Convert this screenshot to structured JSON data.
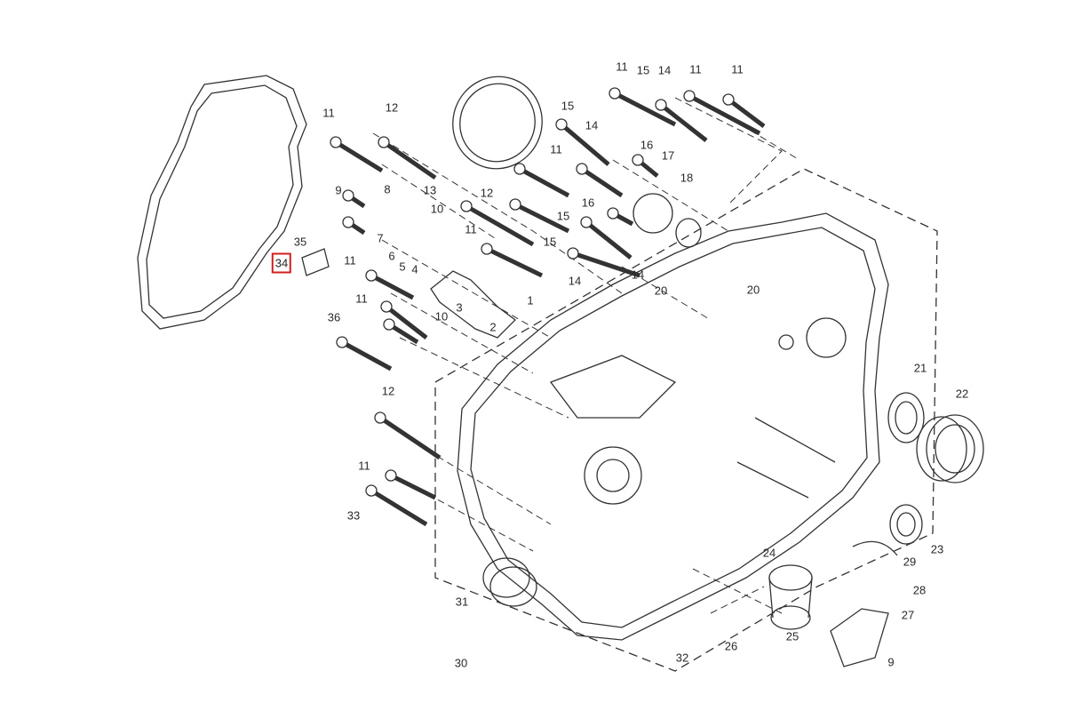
{
  "diagram": {
    "type": "exploded-parts-view",
    "subject": "crankcase",
    "highlighted_callout": "34",
    "highlight_color": "#d0201e",
    "line_color": "#333333"
  },
  "callouts": [
    "11",
    "15",
    "14",
    "11",
    "11",
    "15",
    "14",
    "11",
    "16",
    "17",
    "18",
    "11",
    "12",
    "9",
    "8",
    "13",
    "12",
    "10",
    "11",
    "16",
    "15",
    "15",
    "14",
    "14",
    "20",
    "20",
    "7",
    "6",
    "5",
    "4",
    "35",
    "34",
    "11",
    "3",
    "2",
    "1",
    "10",
    "11",
    "36",
    "12",
    "11",
    "33",
    "31",
    "30",
    "21",
    "22",
    "23",
    "29",
    "28",
    "27",
    "9",
    "24",
    "25",
    "26",
    "32"
  ]
}
